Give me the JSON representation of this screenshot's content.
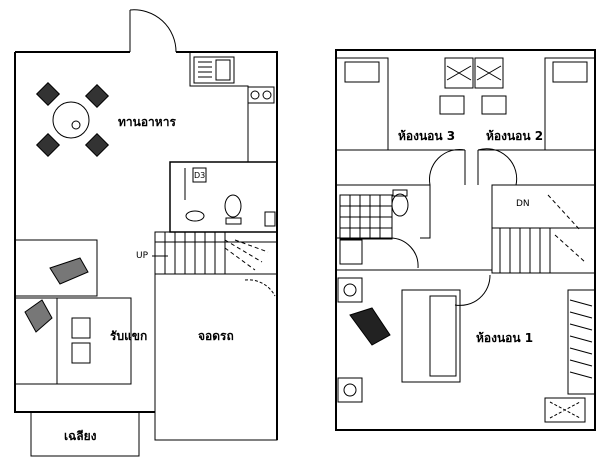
{
  "ground_floor": {
    "dining_label": "ทานอาหาร",
    "living_label": "รับแขก",
    "parking_label": "จอดรถ",
    "porch_label": "เฉลียง",
    "stair_up_label": "UP",
    "drawer_tag": "D3"
  },
  "upper_floor": {
    "bedroom1_label": "ห้องนอน 1",
    "bedroom2_label": "ห้องนอน 2",
    "bedroom3_label": "ห้องนอน 3",
    "stair_down_label": "DN"
  },
  "colors": {
    "line": "#000000",
    "furniture": "#555555",
    "background": "#ffffff"
  }
}
